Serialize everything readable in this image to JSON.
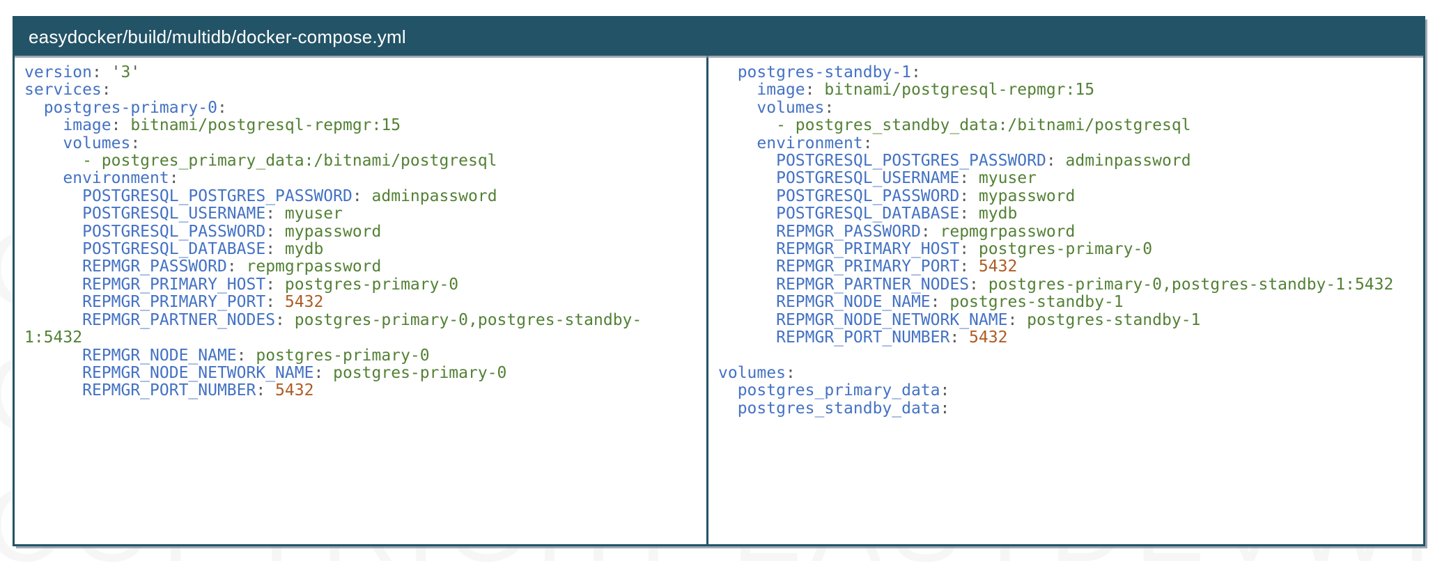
{
  "window": {
    "title": "easydocker/build/multidb/docker-compose.yml"
  },
  "colors": {
    "frame_teal": "#235366",
    "key_blue": "#4472C4",
    "string_green": "#538135",
    "number_orange": "#AE5B23",
    "punct_gray": "#595959"
  },
  "watermark": {
    "text": "COPYRIGHT EASYDEVWIKI"
  },
  "code": {
    "language": "yaml",
    "columns": [
      {
        "name": "left",
        "lines": [
          [
            [
              "k",
              "version"
            ],
            [
              "p",
              ": "
            ],
            [
              "p",
              "'"
            ],
            [
              "s",
              "3"
            ],
            [
              "p",
              "'"
            ]
          ],
          [
            [
              "k",
              "services"
            ],
            [
              "p",
              ":"
            ]
          ],
          [
            [
              "p",
              "  "
            ],
            [
              "k",
              "postgres-primary-0"
            ],
            [
              "p",
              ":"
            ]
          ],
          [
            [
              "p",
              "    "
            ],
            [
              "k",
              "image"
            ],
            [
              "p",
              ": "
            ],
            [
              "s",
              "bitnami/postgresql-repmgr:15"
            ]
          ],
          [
            [
              "p",
              "    "
            ],
            [
              "k",
              "volumes"
            ],
            [
              "p",
              ":"
            ]
          ],
          [
            [
              "p",
              "      "
            ],
            [
              "s",
              "- postgres_primary_data:/bitnami/postgresql"
            ]
          ],
          [
            [
              "p",
              "    "
            ],
            [
              "k",
              "environment"
            ],
            [
              "p",
              ":"
            ]
          ],
          [
            [
              "p",
              "      "
            ],
            [
              "k",
              "POSTGRESQL_POSTGRES_PASSWORD"
            ],
            [
              "p",
              ": "
            ],
            [
              "s",
              "adminpassword"
            ]
          ],
          [
            [
              "p",
              "      "
            ],
            [
              "k",
              "POSTGRESQL_USERNAME"
            ],
            [
              "p",
              ": "
            ],
            [
              "s",
              "myuser"
            ]
          ],
          [
            [
              "p",
              "      "
            ],
            [
              "k",
              "POSTGRESQL_PASSWORD"
            ],
            [
              "p",
              ": "
            ],
            [
              "s",
              "mypassword"
            ]
          ],
          [
            [
              "p",
              "      "
            ],
            [
              "k",
              "POSTGRESQL_DATABASE"
            ],
            [
              "p",
              ": "
            ],
            [
              "s",
              "mydb"
            ]
          ],
          [
            [
              "p",
              "      "
            ],
            [
              "k",
              "REPMGR_PASSWORD"
            ],
            [
              "p",
              ": "
            ],
            [
              "s",
              "repmgrpassword"
            ]
          ],
          [
            [
              "p",
              "      "
            ],
            [
              "k",
              "REPMGR_PRIMARY_HOST"
            ],
            [
              "p",
              ": "
            ],
            [
              "s",
              "postgres-primary-0"
            ]
          ],
          [
            [
              "p",
              "      "
            ],
            [
              "k",
              "REPMGR_PRIMARY_PORT"
            ],
            [
              "p",
              ": "
            ],
            [
              "n",
              "5432"
            ]
          ],
          [
            [
              "p",
              "      "
            ],
            [
              "k",
              "REPMGR_PARTNER_NODES"
            ],
            [
              "p",
              ": "
            ],
            [
              "s",
              "postgres-primary-0,postgres-standby-"
            ]
          ],
          [
            [
              "s",
              "1:5432"
            ]
          ],
          [
            [
              "p",
              "      "
            ],
            [
              "k",
              "REPMGR_NODE_NAME"
            ],
            [
              "p",
              ": "
            ],
            [
              "s",
              "postgres-primary-0"
            ]
          ],
          [
            [
              "p",
              "      "
            ],
            [
              "k",
              "REPMGR_NODE_NETWORK_NAME"
            ],
            [
              "p",
              ": "
            ],
            [
              "s",
              "postgres-primary-0"
            ]
          ],
          [
            [
              "p",
              "      "
            ],
            [
              "k",
              "REPMGR_PORT_NUMBER"
            ],
            [
              "p",
              ": "
            ],
            [
              "n",
              "5432"
            ]
          ]
        ]
      },
      {
        "name": "right",
        "lines": [
          [
            [
              "p",
              "  "
            ],
            [
              "k",
              "postgres-standby-1"
            ],
            [
              "p",
              ":"
            ]
          ],
          [
            [
              "p",
              "    "
            ],
            [
              "k",
              "image"
            ],
            [
              "p",
              ": "
            ],
            [
              "s",
              "bitnami/postgresql-repmgr:15"
            ]
          ],
          [
            [
              "p",
              "    "
            ],
            [
              "k",
              "volumes"
            ],
            [
              "p",
              ":"
            ]
          ],
          [
            [
              "p",
              "      "
            ],
            [
              "s",
              "- postgres_standby_data:/bitnami/postgresql"
            ]
          ],
          [
            [
              "p",
              "    "
            ],
            [
              "k",
              "environment"
            ],
            [
              "p",
              ":"
            ]
          ],
          [
            [
              "p",
              "      "
            ],
            [
              "k",
              "POSTGRESQL_POSTGRES_PASSWORD"
            ],
            [
              "p",
              ": "
            ],
            [
              "s",
              "adminpassword"
            ]
          ],
          [
            [
              "p",
              "      "
            ],
            [
              "k",
              "POSTGRESQL_USERNAME"
            ],
            [
              "p",
              ": "
            ],
            [
              "s",
              "myuser"
            ]
          ],
          [
            [
              "p",
              "      "
            ],
            [
              "k",
              "POSTGRESQL_PASSWORD"
            ],
            [
              "p",
              ": "
            ],
            [
              "s",
              "mypassword"
            ]
          ],
          [
            [
              "p",
              "      "
            ],
            [
              "k",
              "POSTGRESQL_DATABASE"
            ],
            [
              "p",
              ": "
            ],
            [
              "s",
              "mydb"
            ]
          ],
          [
            [
              "p",
              "      "
            ],
            [
              "k",
              "REPMGR_PASSWORD"
            ],
            [
              "p",
              ": "
            ],
            [
              "s",
              "repmgrpassword"
            ]
          ],
          [
            [
              "p",
              "      "
            ],
            [
              "k",
              "REPMGR_PRIMARY_HOST"
            ],
            [
              "p",
              ": "
            ],
            [
              "s",
              "postgres-primary-0"
            ]
          ],
          [
            [
              "p",
              "      "
            ],
            [
              "k",
              "REPMGR_PRIMARY_PORT"
            ],
            [
              "p",
              ": "
            ],
            [
              "n",
              "5432"
            ]
          ],
          [
            [
              "p",
              "      "
            ],
            [
              "k",
              "REPMGR_PARTNER_NODES"
            ],
            [
              "p",
              ": "
            ],
            [
              "s",
              "postgres-primary-0,postgres-standby-1:5432"
            ]
          ],
          [
            [
              "p",
              "      "
            ],
            [
              "k",
              "REPMGR_NODE_NAME"
            ],
            [
              "p",
              ": "
            ],
            [
              "s",
              "postgres-standby-1"
            ]
          ],
          [
            [
              "p",
              "      "
            ],
            [
              "k",
              "REPMGR_NODE_NETWORK_NAME"
            ],
            [
              "p",
              ": "
            ],
            [
              "s",
              "postgres-standby-1"
            ]
          ],
          [
            [
              "p",
              "      "
            ],
            [
              "k",
              "REPMGR_PORT_NUMBER"
            ],
            [
              "p",
              ": "
            ],
            [
              "n",
              "5432"
            ]
          ],
          [],
          [
            [
              "k",
              "volumes"
            ],
            [
              "p",
              ":"
            ]
          ],
          [
            [
              "p",
              "  "
            ],
            [
              "k",
              "postgres_primary_data"
            ],
            [
              "p",
              ":"
            ]
          ],
          [
            [
              "p",
              "  "
            ],
            [
              "k",
              "postgres_standby_data"
            ],
            [
              "p",
              ":"
            ]
          ]
        ]
      }
    ]
  }
}
